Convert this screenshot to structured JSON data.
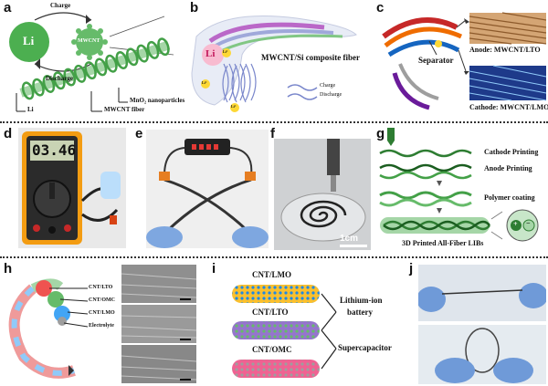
{
  "panels": {
    "a": {
      "letter": "a",
      "charge": "Charge",
      "discharge": "Discharge",
      "li_circle": "Li",
      "mwcnt_circle": "MWCNT",
      "mno2": "MnO₂ nanoparticles",
      "fiber": "MWCNT fiber",
      "li": "Li",
      "colors": {
        "green": "#4caf50",
        "light_green": "#a5d6a7"
      }
    },
    "b": {
      "letter": "b",
      "title": "MWCNT/Si composite fiber",
      "li": "Li",
      "ion": "Li⁺",
      "charge": "Charge",
      "discharge": "Discharge"
    },
    "c": {
      "letter": "c",
      "separator": "Separator",
      "anode": "Anode: MWCNT/LTO",
      "cathode": "Cathode: MWCNT/LMO"
    },
    "d": {
      "letter": "d",
      "reading": "03.46"
    },
    "e": {
      "letter": "e"
    },
    "f": {
      "letter": "f",
      "scale": "1cm"
    },
    "g": {
      "letter": "g",
      "cathode": "Cathode Printing",
      "anode": "Anode Printing",
      "polymer": "Polymer coating",
      "product": "3D Printed All-Fiber LIBs",
      "plus": "+",
      "minus": "−"
    },
    "h": {
      "letter": "h",
      "labels": [
        "CNT/LTO",
        "CNT/OMC",
        "CNT/LMO",
        "Electrolyte"
      ]
    },
    "i": {
      "letter": "i",
      "fibers": [
        "CNT/LMO",
        "CNT/LTO",
        "CNT/OMC"
      ],
      "battery": [
        "Lithium-ion",
        "battery"
      ],
      "supercap": "Supercapacitor"
    },
    "j": {
      "letter": "j"
    }
  }
}
